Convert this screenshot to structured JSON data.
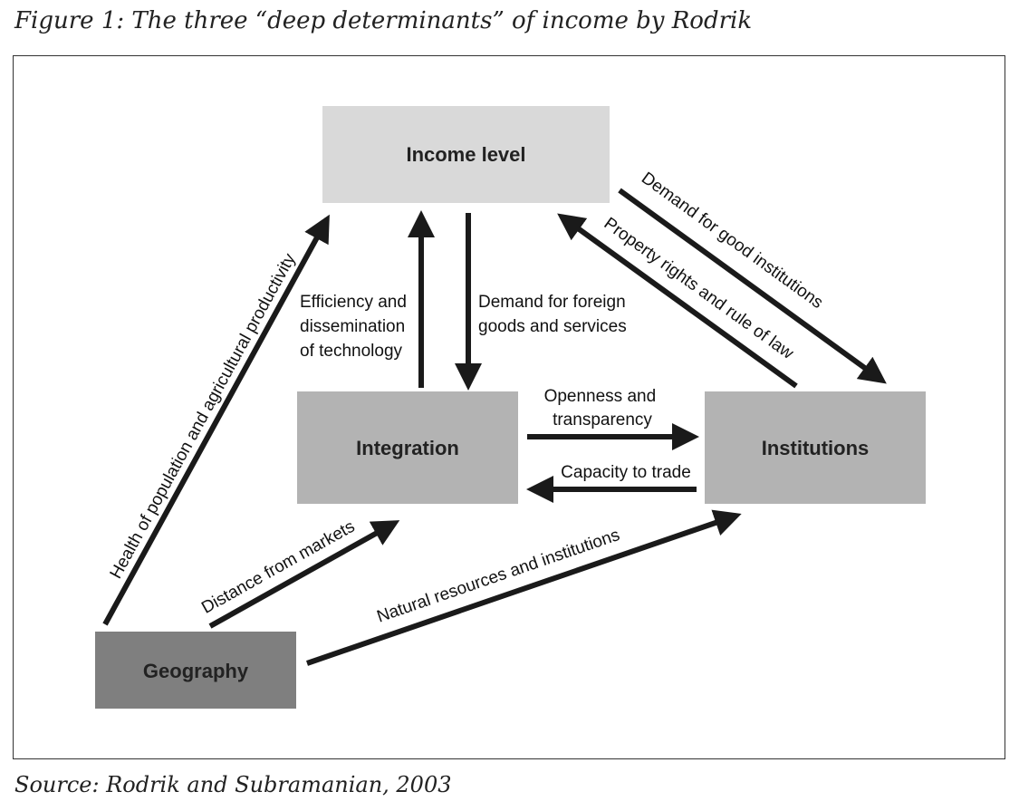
{
  "figure": {
    "title": "Figure 1: The three “deep determinants” of income by Rodrik",
    "source": "Source: Rodrik and Subramanian, 2003"
  },
  "nodes": {
    "income": {
      "label": "Income level",
      "fill": "#d9d9d9"
    },
    "integration": {
      "label": "Integration",
      "fill": "#b3b3b3"
    },
    "institutions": {
      "label": "Institutions",
      "fill": "#b3b3b3"
    },
    "geography": {
      "label": "Geography",
      "fill": "#7f7f7f"
    }
  },
  "edges": {
    "efficiency": {
      "line1": "Efficiency and",
      "line2": "dissemination",
      "line3": "of technology"
    },
    "demand_foreign": {
      "line1": "Demand for foreign",
      "line2": "goods and services"
    },
    "demand_institutions": {
      "text": "Demand for good institutions"
    },
    "property_rights": {
      "text": "Property rights and rule of law"
    },
    "openness": {
      "line1": "Openness and",
      "line2": "transparency"
    },
    "capacity": {
      "text": "Capacity to trade"
    },
    "health": {
      "text": "Health of population and agricultural productivity"
    },
    "distance": {
      "text": "Distance from markets"
    },
    "natural": {
      "text": "Natural resources and institutions"
    }
  }
}
